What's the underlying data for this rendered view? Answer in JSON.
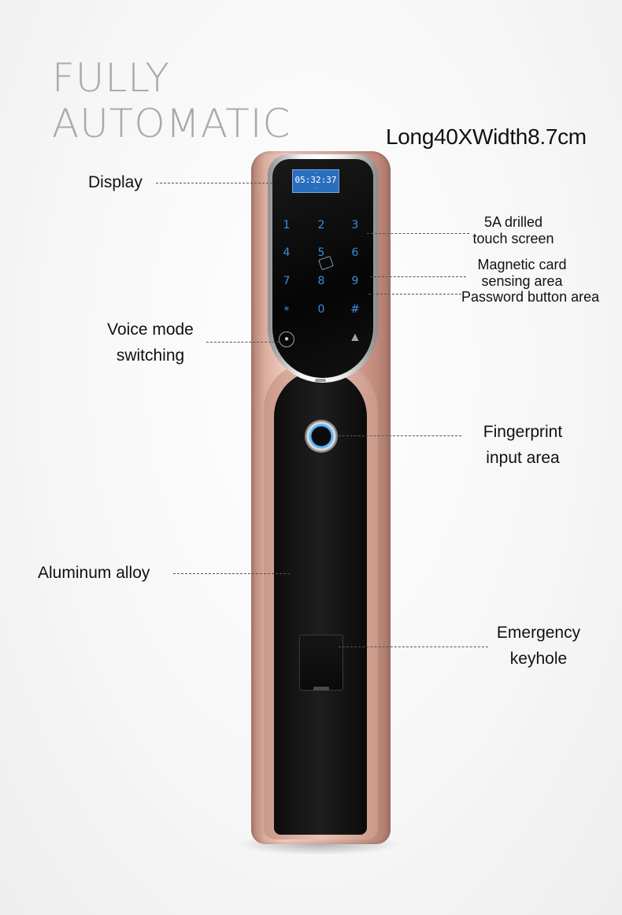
{
  "headline": {
    "line1": "FULLY",
    "line2": "AUTOMATIC"
  },
  "dimensions": "Long40XWidth8.7cm",
  "callouts": {
    "display": "Display",
    "touch_screen_1": "5A drilled",
    "touch_screen_2": "touch screen",
    "magnetic_1": "Magnetic card",
    "magnetic_2": "sensing area",
    "password": "Password button area",
    "voice_1": "Voice mode",
    "voice_2": "switching",
    "fingerprint_1": "Fingerprint",
    "fingerprint_2": "input area",
    "aluminum": "Aluminum alloy",
    "emergency_1": "Emergency",
    "emergency_2": "keyhole"
  },
  "lock_display": {
    "time": "05:32:37"
  },
  "keypad": [
    "1",
    "2",
    "3",
    "4",
    "5",
    "6",
    "7",
    "8",
    "9",
    "*",
    "0",
    "#"
  ],
  "colors": {
    "body": "#dcae9f",
    "panel": "#111111",
    "keys": "#3a8fe0",
    "display": "#2a6fbf"
  }
}
